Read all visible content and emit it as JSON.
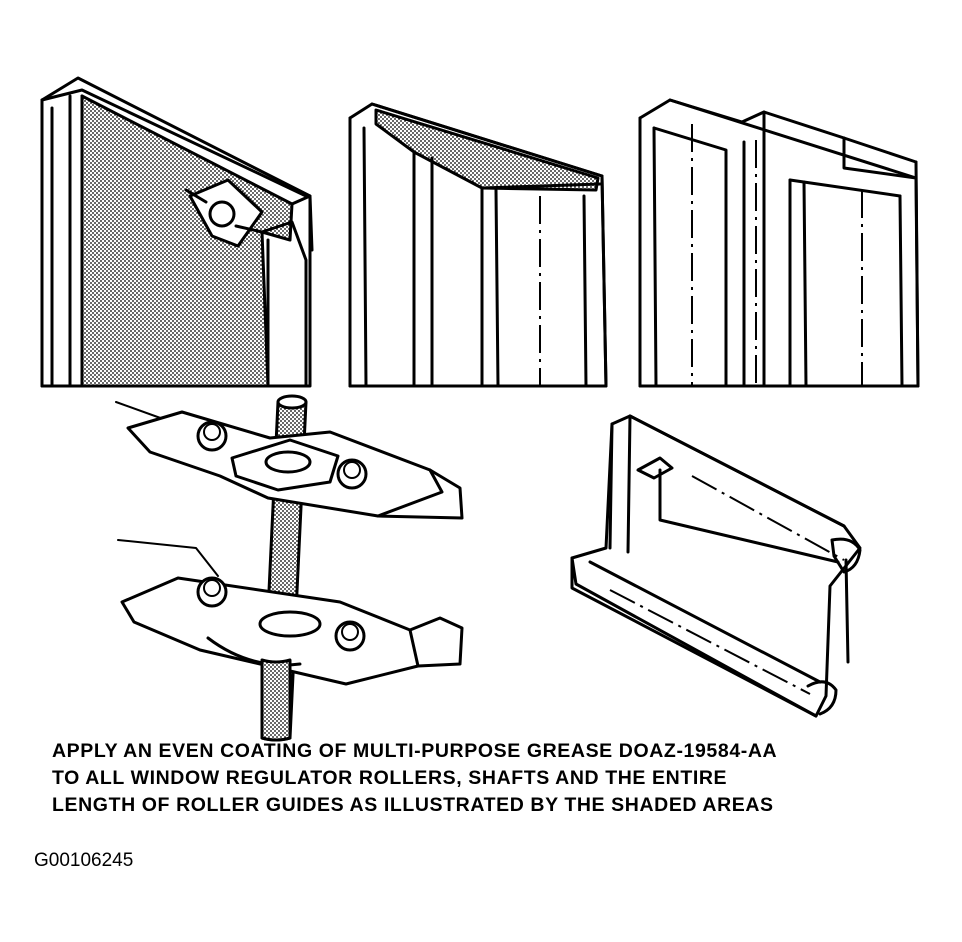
{
  "caption": {
    "line1": "APPLY AN EVEN COATING OF MULTI-PURPOSE GREASE DOAZ-19584-AA",
    "line2": "TO ALL WINDOW REGULATOR ROLLERS, SHAFTS AND THE ENTIRE",
    "line3": "LENGTH OF ROLLER GUIDES AS ILLUSTRATED BY THE SHADED AREAS"
  },
  "figure_id": "G00106245",
  "colors": {
    "ink": "#000000",
    "paper": "#ffffff"
  }
}
